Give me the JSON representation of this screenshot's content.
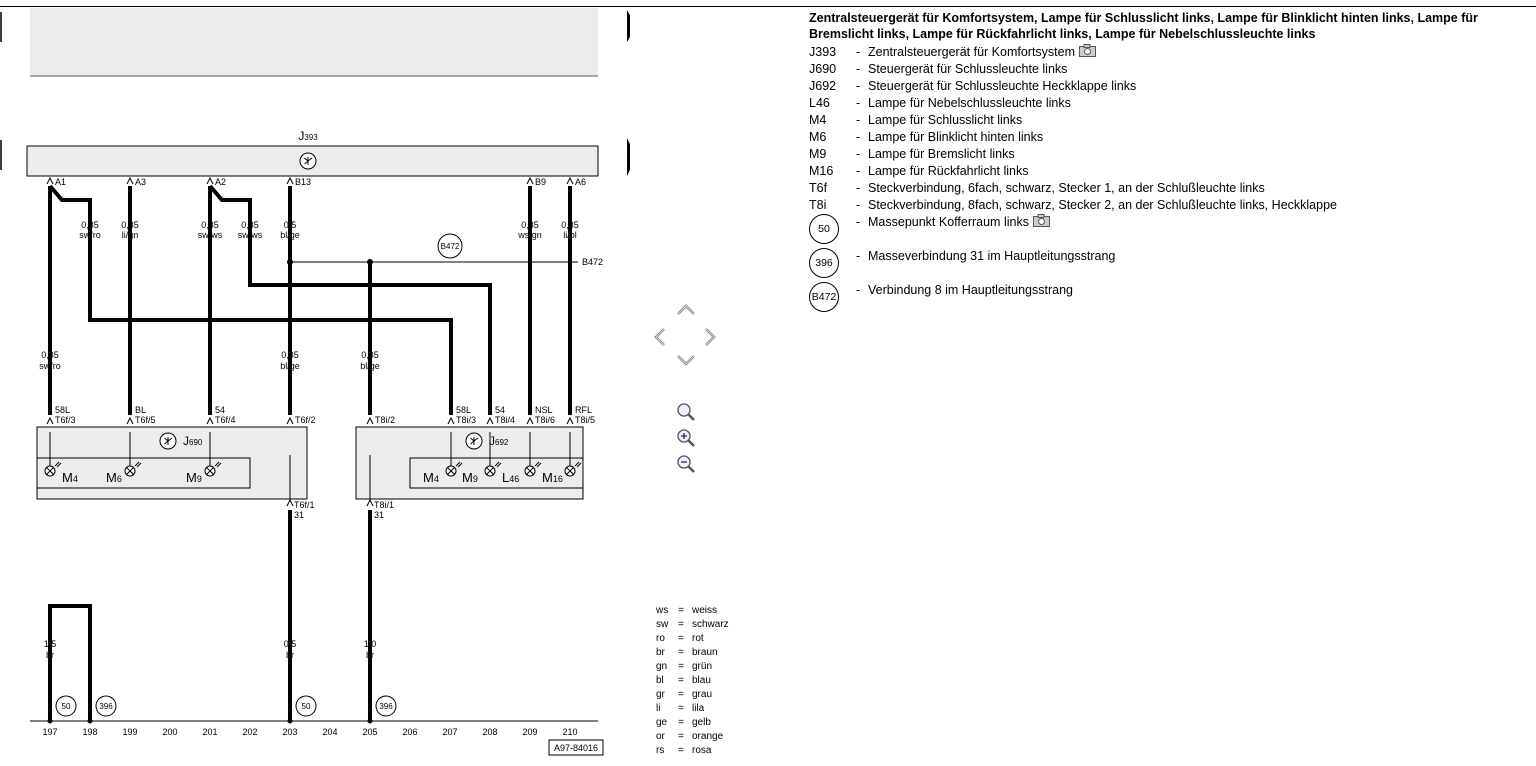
{
  "diagram": {
    "top_component": "J393",
    "b472_circle_label": "B472",
    "splice_label": "B472",
    "top_pins": [
      {
        "pin": "A1",
        "size": "0,35",
        "color": "sw/ro"
      },
      {
        "pin": "A3",
        "size": "0,35",
        "color": "li/gn"
      },
      {
        "pin": "A2",
        "size": "0,35",
        "color": "sw/ws"
      },
      {
        "pin": "",
        "size": "0,35",
        "color": "sw/ws"
      },
      {
        "pin": "B13",
        "size": "0,5",
        "color": "bl/ge"
      },
      {
        "pin": "B9",
        "size": "0,35",
        "color": "ws/gn"
      },
      {
        "pin": "A6",
        "size": "0,35",
        "color": "li/bl"
      }
    ],
    "mid_wires": [
      {
        "size": "0,35",
        "color": "sw/ro"
      },
      {
        "size": "0,35",
        "color": "bl/ge"
      },
      {
        "size": "0,35",
        "color": "bl/ge"
      }
    ],
    "j690": {
      "label": "J690",
      "pins": [
        {
          "func": "58L",
          "conn": "T6f/3"
        },
        {
          "func": "BL",
          "conn": "T6f/5"
        },
        {
          "func": "54",
          "conn": "T6f/4"
        },
        {
          "func": "",
          "conn": "T6f/2"
        }
      ],
      "lamps": [
        "M4",
        "M6",
        "M9"
      ],
      "bottom_pin": {
        "conn": "T6f/1",
        "func": "31"
      }
    },
    "j692": {
      "label": "J692",
      "pins": [
        {
          "func": "",
          "conn": "T8i/2"
        },
        {
          "func": "58L",
          "conn": "T8i/3"
        },
        {
          "func": "54",
          "conn": "T8i/4"
        },
        {
          "func": "NSL",
          "conn": "T8i/6"
        },
        {
          "func": "RFL",
          "conn": "T8i/5"
        }
      ],
      "lamps": [
        "M4",
        "M9",
        "L46",
        "M16"
      ],
      "bottom_pin": {
        "conn": "T8i/1",
        "func": "31"
      }
    },
    "ground_wires": [
      {
        "size": "1,5",
        "color": "br"
      },
      {
        "size": "0,5",
        "color": "br"
      },
      {
        "size": "1,0",
        "color": "br"
      }
    ],
    "ground_points": [
      "50",
      "396",
      "50",
      "396"
    ],
    "tracks": [
      "197",
      "198",
      "199",
      "200",
      "201",
      "202",
      "203",
      "204",
      "205",
      "206",
      "207",
      "208",
      "209",
      "210"
    ],
    "figure_code": "A97-84016"
  },
  "legend": {
    "title": "Zentralsteuergerät für Komfortsystem, Lampe für Schlusslicht links, Lampe für Blinklicht hinten links, Lampe für Bremslicht links, Lampe für Rückfahrlicht links, Lampe für Nebelschlussleuchte links",
    "items": [
      {
        "code": "J393",
        "desc": "Zentralsteuergerät für Komfortsystem",
        "camera": true
      },
      {
        "code": "J690",
        "desc": "Steuergerät für Schlussleuchte links"
      },
      {
        "code": "J692",
        "desc": "Steuergerät für Schlussleuchte Heckklappe links"
      },
      {
        "code": "L46",
        "desc": "Lampe für Nebelschlussleuchte links"
      },
      {
        "code": "M4",
        "desc": "Lampe für Schlusslicht links"
      },
      {
        "code": "M6",
        "desc": "Lampe für Blinklicht hinten links"
      },
      {
        "code": "M9",
        "desc": "Lampe für Bremslicht links"
      },
      {
        "code": "M16",
        "desc": "Lampe für Rückfahrlicht links"
      },
      {
        "code": "T6f",
        "desc": "Steckverbindung, 6fach, schwarz, Stecker 1, an der Schlußleuchte links"
      },
      {
        "code": "T8i",
        "desc": "Steckverbindung, 8fach, schwarz, Stecker 2, an der Schlußleuchte links, Heckklappe"
      }
    ],
    "ground_items": [
      {
        "code": "50",
        "desc": "Massepunkt Kofferraum links",
        "camera": true
      },
      {
        "code": "396",
        "desc": "Masseverbindung 31 im Hauptleitungsstrang"
      },
      {
        "code": "B472",
        "desc": "Verbindung 8 im Hauptleitungsstrang"
      }
    ]
  },
  "color_key": [
    {
      "abbr": "ws",
      "name": "weiss"
    },
    {
      "abbr": "sw",
      "name": "schwarz"
    },
    {
      "abbr": "ro",
      "name": "rot"
    },
    {
      "abbr": "br",
      "name": "braun"
    },
    {
      "abbr": "gn",
      "name": "grün"
    },
    {
      "abbr": "bl",
      "name": "blau"
    },
    {
      "abbr": "gr",
      "name": "grau"
    },
    {
      "abbr": "li",
      "name": "lila"
    },
    {
      "abbr": "ge",
      "name": "gelb"
    },
    {
      "abbr": "or",
      "name": "orange"
    },
    {
      "abbr": "rs",
      "name": "rosa"
    }
  ],
  "icons": {
    "navigation": [
      "pan-up-icon",
      "pan-left-icon",
      "pan-right-icon",
      "pan-down-icon"
    ],
    "zoom": [
      "zoom-fit-icon",
      "zoom-in-icon",
      "zoom-out-icon"
    ],
    "camera": "camera-icon"
  }
}
